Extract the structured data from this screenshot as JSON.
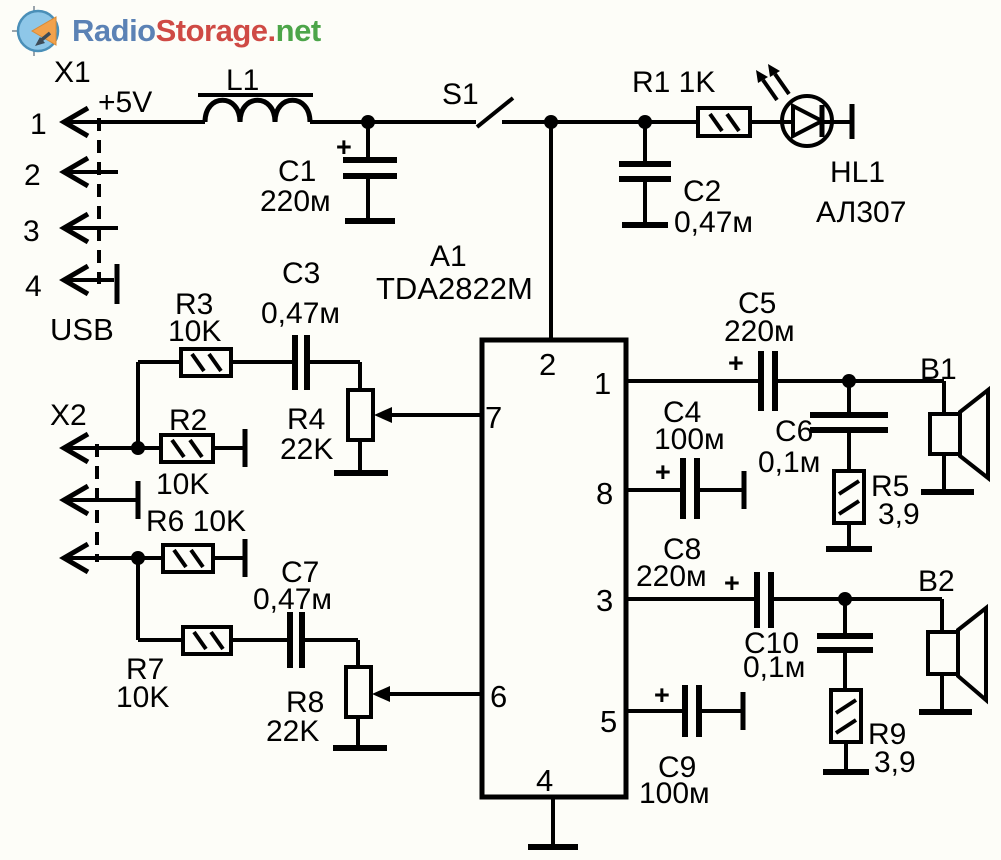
{
  "brand": {
    "radio": "Radio",
    "storage": "Storage.",
    "net": "net"
  },
  "colors": {
    "line": "#000000",
    "background": "#fdfdf8",
    "brand_radio": "#5b82b5",
    "brand_storage": "#cf4a45",
    "brand_net": "#4ca549",
    "logo_circle": "#8ec7e8",
    "logo_triangle": "#f2a24c"
  },
  "schematic": {
    "rail": "+5V",
    "plus": "+",
    "x1": {
      "ref": "X1",
      "type": "USB",
      "pin1": "1",
      "pin2": "2",
      "pin3": "3",
      "pin4": "4"
    },
    "x2": {
      "ref": "X2"
    },
    "ic": {
      "ref": "A1",
      "part": "TDA2822M",
      "pin1": "1",
      "pin2": "2",
      "pin3": "3",
      "pin4": "4",
      "pin5": "5",
      "pin6": "6",
      "pin7": "7",
      "pin8": "8"
    },
    "l1": {
      "ref": "L1"
    },
    "c1": {
      "ref": "C1",
      "value": "220м"
    },
    "s1": {
      "ref": "S1"
    },
    "r1": {
      "ref": "R1 1K"
    },
    "c2": {
      "ref": "C2",
      "value": "0,47м"
    },
    "hl1": {
      "ref": "HL1",
      "part": "АЛ307"
    },
    "r2": {
      "ref": "R2",
      "value": "10K"
    },
    "r3": {
      "ref": "R3",
      "value": "10K"
    },
    "c3": {
      "ref": "C3",
      "value": "0,47м"
    },
    "r4": {
      "ref": "R4",
      "value": "22K"
    },
    "r6": {
      "ref": "R6 10K"
    },
    "r7": {
      "ref": "R7",
      "value": "10K"
    },
    "c7": {
      "ref": "C7",
      "value": "0,47м"
    },
    "r8": {
      "ref": "R8",
      "value": "22K"
    },
    "c4": {
      "ref": "C4",
      "value": "100м"
    },
    "c5": {
      "ref": "C5",
      "value": "220м"
    },
    "c6": {
      "ref": "C6",
      "value": "0,1м"
    },
    "r5": {
      "ref": "R5",
      "value": "3,9"
    },
    "b1": {
      "ref": "B1"
    },
    "c8": {
      "ref": "C8",
      "value": "220м"
    },
    "c9": {
      "ref": "C9",
      "value": "100м"
    },
    "c10": {
      "ref": "C10",
      "value": "0,1м"
    },
    "r9": {
      "ref": "R9",
      "value": "3,9"
    },
    "b2": {
      "ref": "B2"
    }
  }
}
